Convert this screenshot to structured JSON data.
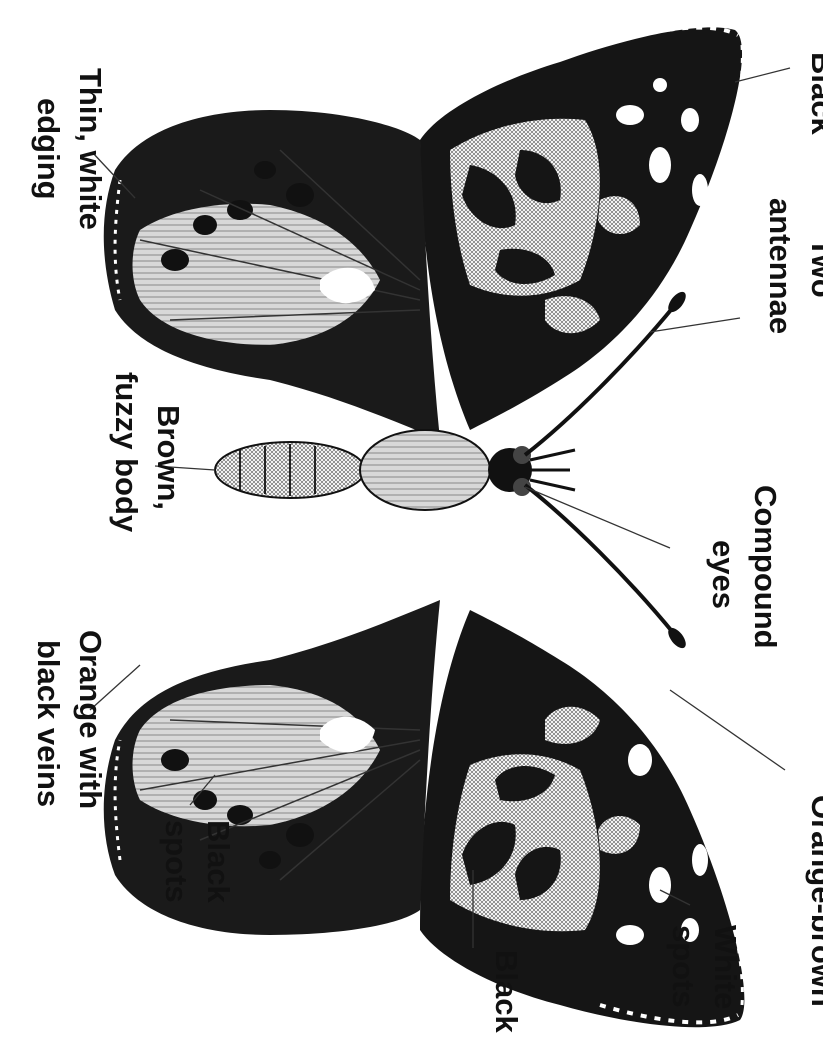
{
  "labels": {
    "black_top": "Black",
    "two_antennae": [
      "Two",
      "antennae"
    ],
    "compound_eyes": [
      "Compound",
      "eyes"
    ],
    "orange_brown": "Orange-brown",
    "white_spots": [
      "White",
      "spots"
    ],
    "black_bottom": "Black",
    "black_spots": [
      "Black",
      "spots"
    ],
    "orange_black_veins": [
      "Orange with",
      "black veins"
    ],
    "brown_body": [
      "Brown,",
      "fuzzy body"
    ],
    "white_edging": [
      "Thin, white",
      "edging"
    ]
  },
  "colors": {
    "ink": "#111111",
    "paper": "#ffffff",
    "light": "#e6e6e6",
    "mid": "#bdbdbd"
  }
}
